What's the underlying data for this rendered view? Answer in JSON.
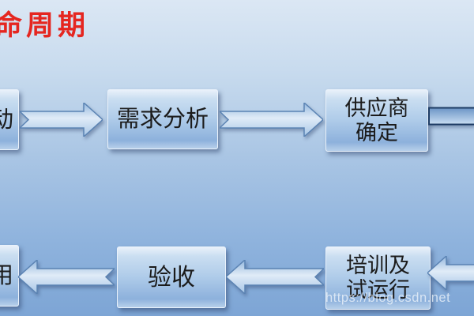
{
  "title": {
    "text": "命周期"
  },
  "diagram": {
    "top_row": {
      "start": {
        "label": "动"
      },
      "requirements": {
        "label": "需求分析"
      },
      "supplier": {
        "line1": "供应商",
        "line2": "确定"
      }
    },
    "bottom_row": {
      "use": {
        "label": "用"
      },
      "acceptance": {
        "label": "验收"
      },
      "training": {
        "line1": "培训及",
        "line2": "试运行"
      }
    }
  },
  "watermark": {
    "text": "https://blog.csdn.net"
  },
  "colors": {
    "background_top": "#dbe7f4",
    "background_bottom": "#7da5d5",
    "box_fill_top": "#e9f1fa",
    "box_fill_bottom": "#8db1dc",
    "box_text": "#1b1b1b",
    "arrow_fill_light": "#e0ebf7",
    "arrow_outline": "#5b83b3",
    "cut_shaft_outline": "#1e3c64",
    "title_red": "#e52620",
    "watermark_color": "rgba(244,248,252,0.72)"
  }
}
